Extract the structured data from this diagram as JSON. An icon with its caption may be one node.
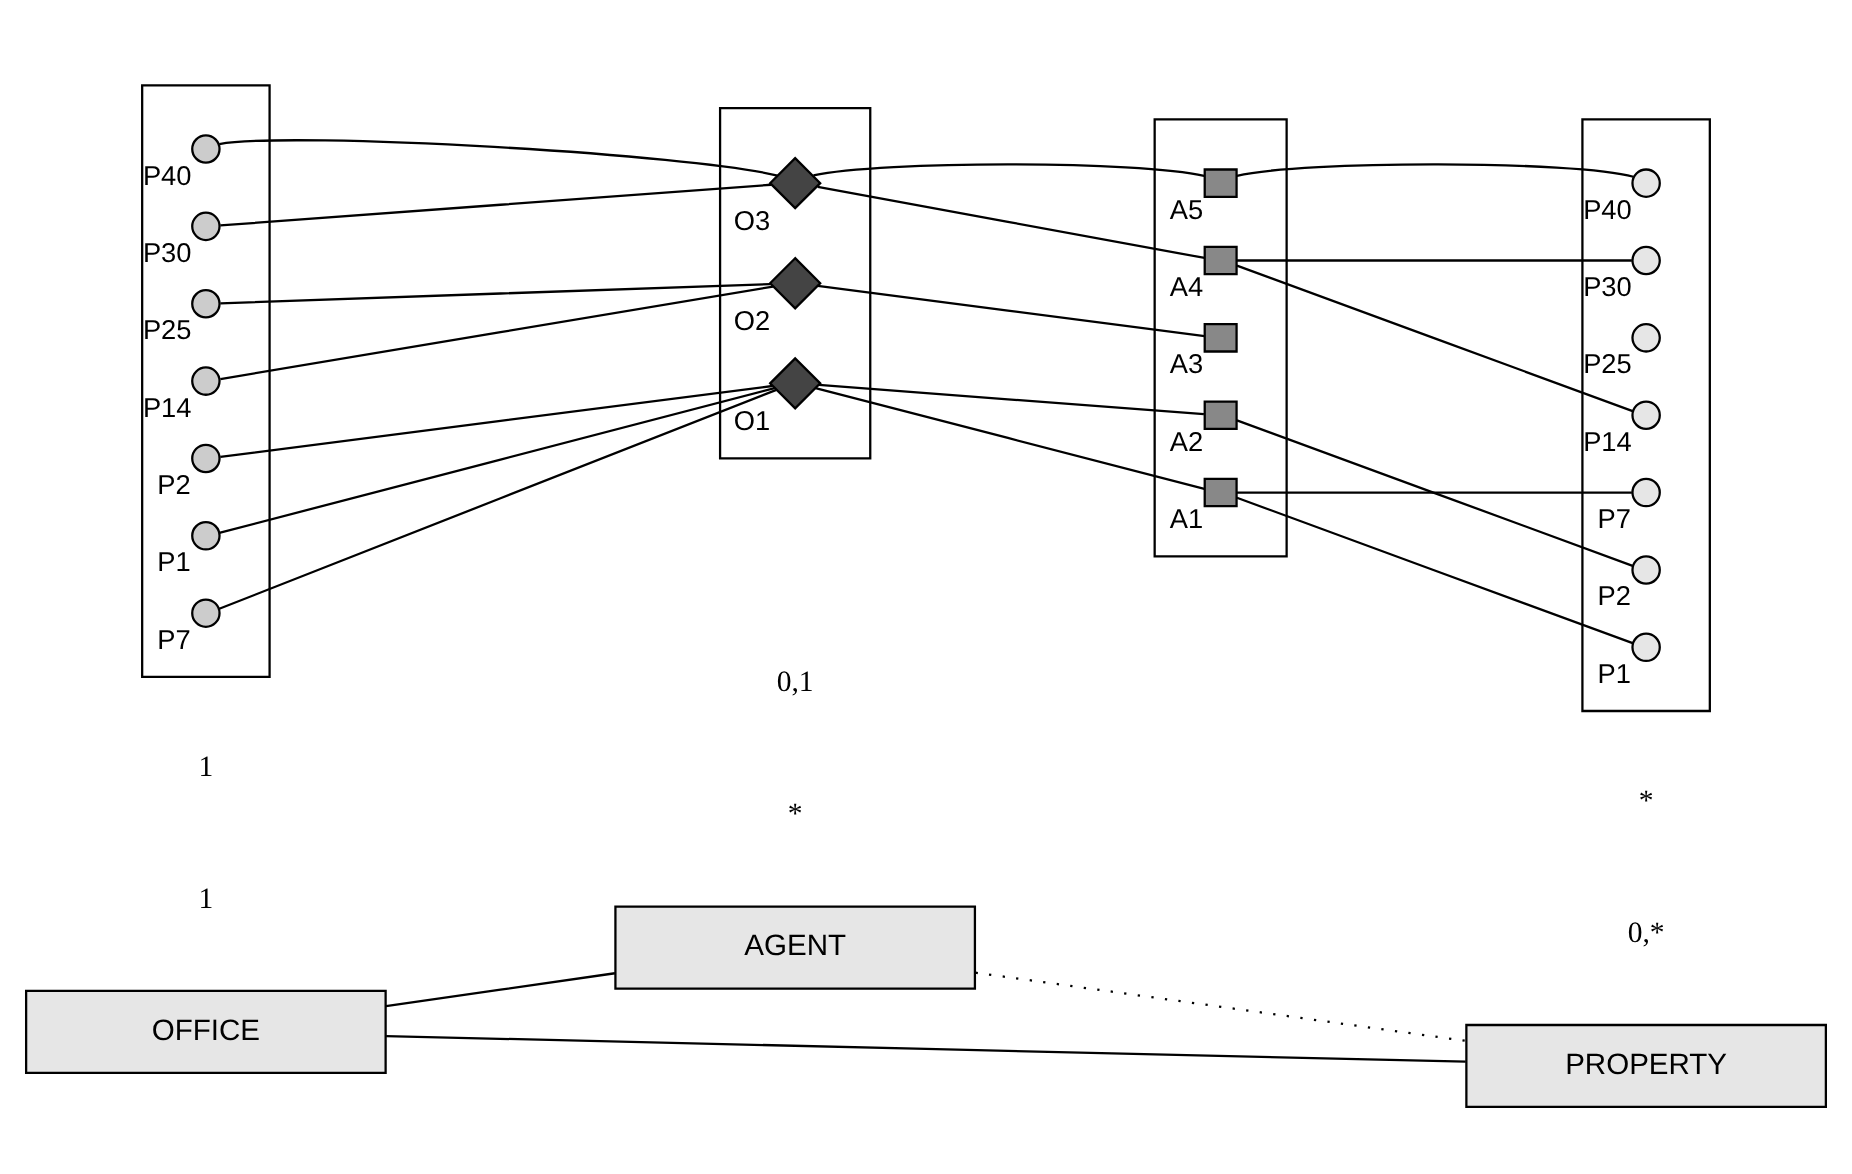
{
  "diagram": {
    "nodes": [
      {
        "text": [
          "AGENT"
        ]
      },
      {
        "text": [
          "OFFICE"
        ]
      },
      {
        "text": [
          "PROPERTY"
        ]
      },
      {
        "text": [],
        "shape": "box"
      },
      {
        "text": [],
        "shape": "circle",
        "in": 3,
        "beside": [
          "P1"
        ]
      },
      {
        "text": [],
        "shape": "circle",
        "in": 3,
        "beside": [
          "P2"
        ]
      },
      {
        "text": [],
        "shape": "circle",
        "in": 3,
        "beside": [
          "P7"
        ]
      },
      {
        "text": [],
        "shape": "circle",
        "in": 3,
        "beside": [
          "P14"
        ]
      },
      {
        "text": [],
        "shape": "circle",
        "in": 3,
        "beside": [
          "P25"
        ]
      },
      {
        "text": [],
        "shape": "circle",
        "in": 3,
        "beside": [
          "P30"
        ]
      },
      {
        "text": [],
        "shape": "circle",
        "in": 3,
        "beside": [
          "P40"
        ]
      },
      {
        "text": [],
        "shape": "box"
      },
      {
        "text": [],
        "shape": "diamond",
        "in": 11,
        "beside": [
          "O1"
        ]
      },
      {
        "text": [],
        "shape": "diamond",
        "in": 11,
        "beside": [
          "O2"
        ]
      },
      {
        "text": [],
        "shape": "diamond",
        "in": 11,
        "beside": [
          "O3"
        ]
      },
      {
        "text": [],
        "shape": "box"
      },
      {
        "text": [],
        "shape": "box",
        "in": 15,
        "beside": [
          "A1"
        ]
      },
      {
        "text": [],
        "shape": "box",
        "in": 15,
        "beside": [
          "A2"
        ]
      },
      {
        "text": [],
        "shape": "box",
        "in": 15,
        "beside": [
          "A3"
        ]
      },
      {
        "text": [],
        "shape": "box",
        "in": 15,
        "beside": [
          "A4"
        ]
      },
      {
        "text": [],
        "shape": "box",
        "in": 15,
        "beside": [
          "A5"
        ]
      },
      {
        "text": [],
        "shape": "box"
      },
      {
        "text": [],
        "shape": "circle",
        "in": 21,
        "beside": [
          "P1"
        ]
      },
      {
        "text": [],
        "shape": "circle",
        "in": 21,
        "beside": [
          "P2"
        ]
      },
      {
        "text": [],
        "shape": "circle",
        "in": 21,
        "beside": [
          "P7"
        ]
      },
      {
        "text": [],
        "shape": "circle",
        "in": 21,
        "beside": [
          "P14"
        ]
      },
      {
        "text": [],
        "shape": "circle",
        "in": 21,
        "beside": [
          "P25"
        ]
      },
      {
        "text": [],
        "shape": "circle",
        "in": 21,
        "beside": [
          "P30"
        ]
      },
      {
        "text": [],
        "shape": "circle",
        "in": 21,
        "beside": [
          "P40"
        ]
      }
    ],
    "edges": [
      {
        "from": 1,
        "to": 0,
        "arrow": "none"
      },
      {
        "from": 0,
        "to": 2,
        "arrow": "none",
        "style": "dashed"
      },
      {
        "from": 1,
        "to": 2,
        "arrow": "none"
      },
      {
        "from": 4,
        "to": 12,
        "arrow": "none"
      },
      {
        "from": 5,
        "to": 12,
        "arrow": "none"
      },
      {
        "from": 6,
        "to": 12,
        "arrow": "none"
      },
      {
        "from": 7,
        "to": 13,
        "arrow": "none"
      },
      {
        "from": 8,
        "to": 13,
        "arrow": "none"
      },
      {
        "from": 9,
        "to": 14,
        "arrow": "none"
      },
      {
        "from": 10,
        "to": 14,
        "arrow": "none"
      },
      {
        "from": 12,
        "to": 16,
        "arrow": "none"
      },
      {
        "from": 12,
        "to": 17,
        "arrow": "none"
      },
      {
        "from": 13,
        "to": 18,
        "arrow": "none"
      },
      {
        "from": 14,
        "to": 19,
        "arrow": "none"
      },
      {
        "from": 14,
        "to": 20,
        "arrow": "none"
      },
      {
        "from": 16,
        "to": 22,
        "arrow": "none"
      },
      {
        "from": 16,
        "to": 24,
        "arrow": "none"
      },
      {
        "from": 17,
        "to": 23,
        "arrow": "none"
      },
      {
        "from": 19,
        "to": 25,
        "arrow": "none"
      },
      {
        "from": 19,
        "to": 27,
        "arrow": "none"
      },
      {
        "from": 20,
        "to": 28,
        "arrow": "none"
      }
    ],
    "labels": [
      "0,1",
      "*",
      "0,*",
      "1",
      "1",
      "*"
    ]
  }
}
